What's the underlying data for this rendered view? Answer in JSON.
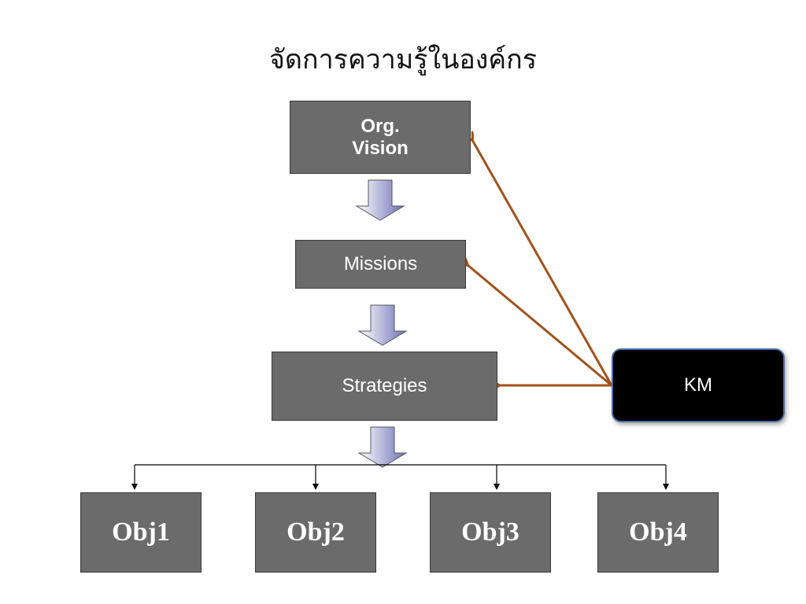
{
  "title": "จัดการความรู้ในองค์กร",
  "nodes": {
    "vision": {
      "line1": "Org.",
      "line2": "Vision"
    },
    "missions": "Missions",
    "strategies": "Strategies",
    "km": "KM",
    "objectives": [
      "Obj1",
      "Obj2",
      "Obj3",
      "Obj4"
    ]
  },
  "colors": {
    "box_fill": "#6b6b6b",
    "km_fill": "#000000",
    "km_arrow": "#a0521c",
    "down_arrow_gradient": [
      "#ffffff",
      "#6d72b8"
    ]
  }
}
